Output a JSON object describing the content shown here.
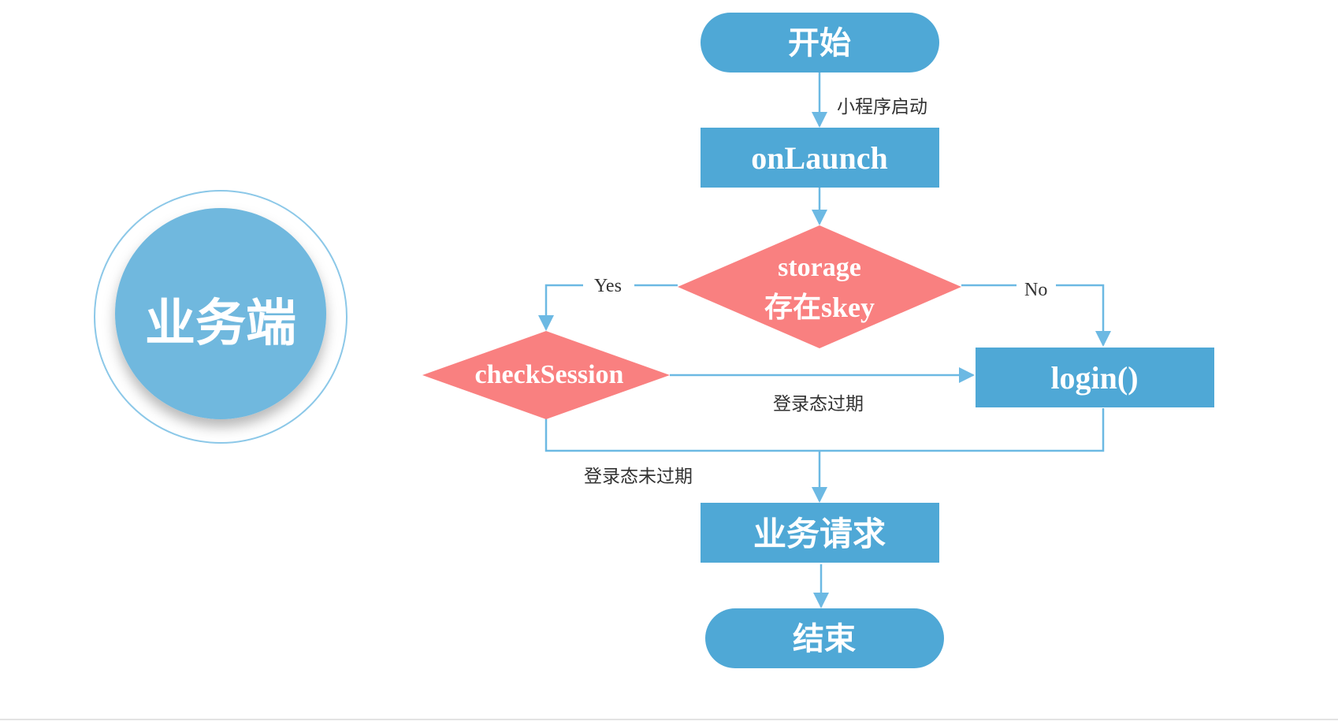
{
  "side_badge": {
    "label": "业务端"
  },
  "nodes": {
    "start": "开始",
    "onlaunch": "onLaunch",
    "storage_line1": "storage",
    "storage_line2": "存在skey",
    "checksession": "checkSession",
    "login": "login()",
    "request": "业务请求",
    "end": "结束"
  },
  "edges": {
    "launch": "小程序启动",
    "yes": "Yes",
    "no": "No",
    "expired": "登录态过期",
    "not_expired": "登录态未过期"
  },
  "colors": {
    "process": "#4fa8d6",
    "decision": "#f98080",
    "connector": "#6cb9e3",
    "badge_fill": "#6fb8de",
    "badge_ring": "#8cc8e8"
  }
}
